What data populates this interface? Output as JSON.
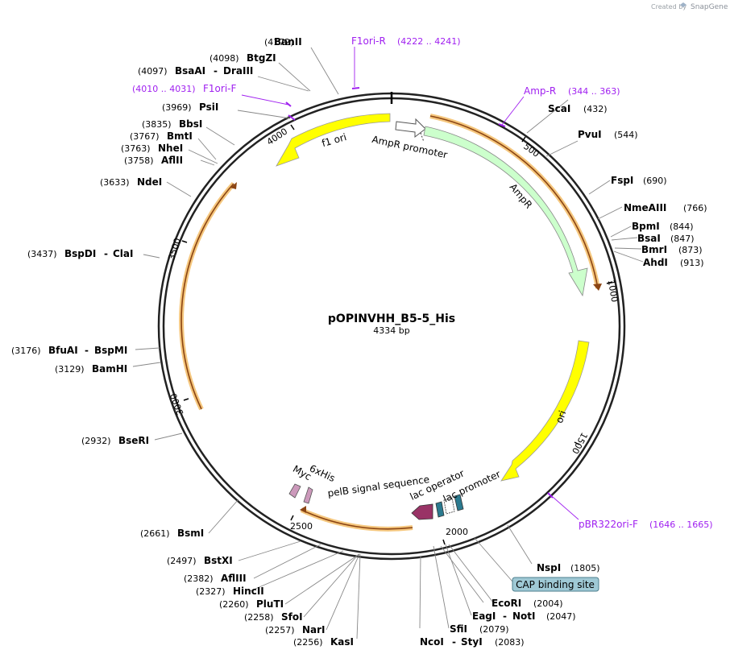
{
  "credit": {
    "prefix": "Created by",
    "brand": "SnapGene"
  },
  "plasmid": {
    "name": "pOPINVHH_B5-5_His",
    "size_label": "4334 bp"
  },
  "ticks": [
    "500",
    "1000",
    "1500",
    "2000",
    "2500",
    "3000",
    "3500",
    "4000"
  ],
  "enzymes": [
    {
      "id": "banII",
      "name": "BanII",
      "pos": "(4172)"
    },
    {
      "id": "btgzi",
      "name": "BtgZI",
      "pos": "(4098)"
    },
    {
      "id": "bsaai",
      "name": "BsaAI",
      "name2": "DraIII",
      "pos": "(4097)"
    },
    {
      "id": "psii",
      "name": "PsiI",
      "pos": "(3969)"
    },
    {
      "id": "bbsi",
      "name": "BbsI",
      "pos": "(3835)"
    },
    {
      "id": "bmti",
      "name": "BmtI",
      "pos": "(3767)"
    },
    {
      "id": "nhei",
      "name": "NheI",
      "pos": "(3763)"
    },
    {
      "id": "aflii",
      "name": "AflII",
      "pos": "(3758)"
    },
    {
      "id": "ndei",
      "name": "NdeI",
      "pos": "(3633)"
    },
    {
      "id": "bspdi",
      "name": "BspDI",
      "name2": "ClaI",
      "pos": "(3437)"
    },
    {
      "id": "bfuai",
      "name": "BfuAI",
      "name2": "BspMI",
      "pos": "(3176)"
    },
    {
      "id": "bamhi",
      "name": "BamHI",
      "pos": "(3129)"
    },
    {
      "id": "bseri",
      "name": "BseRI",
      "pos": "(2932)"
    },
    {
      "id": "bsmi",
      "name": "BsmI",
      "pos": "(2661)"
    },
    {
      "id": "bstxi",
      "name": "BstXI",
      "pos": "(2497)"
    },
    {
      "id": "afliii",
      "name": "AflIII",
      "pos": "(2382)"
    },
    {
      "id": "hincii",
      "name": "HincII",
      "pos": "(2327)"
    },
    {
      "id": "pluti",
      "name": "PluTI",
      "pos": "(2260)"
    },
    {
      "id": "sfoi",
      "name": "SfoI",
      "pos": "(2258)"
    },
    {
      "id": "nari",
      "name": "NarI",
      "pos": "(2257)"
    },
    {
      "id": "kasi",
      "name": "KasI",
      "pos": "(2256)"
    },
    {
      "id": "scai",
      "name": "ScaI",
      "pos": "(432)"
    },
    {
      "id": "pvui",
      "name": "PvuI",
      "pos": "(544)"
    },
    {
      "id": "fspi",
      "name": "FspI",
      "pos": "(690)"
    },
    {
      "id": "nmeaiii",
      "name": "NmeAIII",
      "pos": "(766)"
    },
    {
      "id": "bpmi",
      "name": "BpmI",
      "pos": "(844)"
    },
    {
      "id": "bsai",
      "name": "BsaI",
      "pos": "(847)"
    },
    {
      "id": "bmri",
      "name": "BmrI",
      "pos": "(873)"
    },
    {
      "id": "ahdi",
      "name": "AhdI",
      "pos": "(913)"
    },
    {
      "id": "nspi",
      "name": "NspI",
      "pos": "(1805)"
    },
    {
      "id": "ecori",
      "name": "EcoRI",
      "pos": "(2004)"
    },
    {
      "id": "eagi",
      "name": "EagI",
      "name2": "NotI",
      "pos": "(2047)"
    },
    {
      "id": "sfii",
      "name": "SfiI",
      "pos": "(2079)"
    },
    {
      "id": "ncoi",
      "name": "NcoI",
      "name2": "StyI",
      "pos": "(2083)"
    }
  ],
  "primers": [
    {
      "id": "f1ori-r",
      "name": "F1ori-R",
      "range": "(4222 .. 4241)"
    },
    {
      "id": "f1ori-f",
      "name": "F1ori-F",
      "range": "(4010 .. 4031)"
    },
    {
      "id": "amp-r",
      "name": "Amp-R",
      "range": "(344 .. 363)"
    },
    {
      "id": "pbr322ori-f",
      "name": "pBR322ori-F",
      "range": "(1646 .. 1665)"
    }
  ],
  "features": {
    "f1ori": "f1 ori",
    "ampr_promoter": "AmpR promoter",
    "ampr": "AmpR",
    "ori": "ori",
    "lac_operator": "lac operator",
    "lac_promoter": "lac promoter",
    "pelb": "pelB signal sequence",
    "myc": "Myc",
    "his": "6xHis",
    "cap": "CAP binding site"
  },
  "colors": {
    "backbone": "#222222",
    "f1ori": "#ffff00",
    "ori": "#ffff00",
    "ampr": "#ccffcc",
    "ampr_promoter": "#ffffff",
    "orf_highlight": "#f5c77e",
    "orf_core": "#8b4513",
    "pelb": "#993366",
    "lac": "#2b7a8f",
    "tag": "#cc99bb",
    "cap_box": "#9fc9d5",
    "primer": "#a020f0"
  }
}
